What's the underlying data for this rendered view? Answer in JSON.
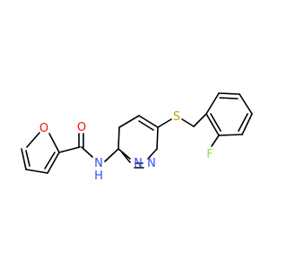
{
  "molecule": {
    "atoms": [
      {
        "id": "O_furan",
        "label": "O",
        "color": "#ff0d0d"
      },
      {
        "id": "O_amide",
        "label": "O",
        "color": "#ff0d0d"
      },
      {
        "id": "NH",
        "label": "N",
        "sub": "H",
        "color": "#3050f8"
      },
      {
        "id": "N_pyr1",
        "label": "N",
        "color": "#3050f8"
      },
      {
        "id": "N_pyr2",
        "label": "N",
        "color": "#3050f8"
      },
      {
        "id": "S",
        "label": "S",
        "color": "#c8a000"
      },
      {
        "id": "F",
        "label": "F",
        "color": "#90e050"
      }
    ],
    "bond_color": "#000000"
  }
}
